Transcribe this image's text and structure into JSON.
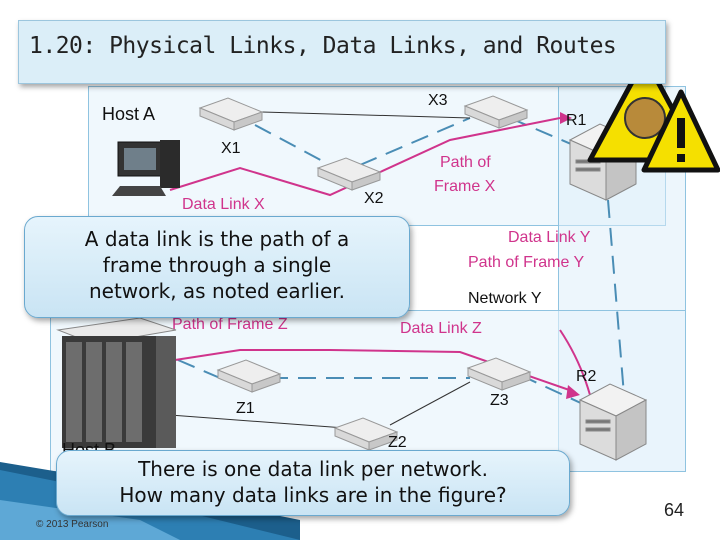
{
  "slide": {
    "title": "1.20: Physical Links, Data Links, and Routes",
    "page_number": "64",
    "copyright": "© 2013 Pearson"
  },
  "diagram": {
    "host_a": "Host A",
    "host_b": "Host B",
    "switches": {
      "x1": "X1",
      "x2": "X2",
      "x3": "X3",
      "z1": "Z1",
      "z2": "Z2",
      "z3": "Z3"
    },
    "routers": {
      "r1": "R1",
      "r2": "R2"
    },
    "labels": {
      "data_link_x": "Data Link X",
      "path_frame_x_1": "Path of",
      "path_frame_x_2": "Frame X",
      "data_link_y": "Data Link Y",
      "path_frame_y": "Path of Frame Y",
      "network_y": "Network Y",
      "path_frame_z": "Path of Frame Z",
      "data_link_z": "Data Link Z"
    }
  },
  "callouts": {
    "top_1": "A data link is the path of a",
    "top_2": "frame through a single",
    "top_3": "network, as noted earlier.",
    "bottom_1": "There is one data link per network.",
    "bottom_2": "How many data links are in the figure?"
  },
  "colors": {
    "accent": "#d0348c",
    "dashed_link": "#4a8db5",
    "panel": "#dbeef8"
  }
}
